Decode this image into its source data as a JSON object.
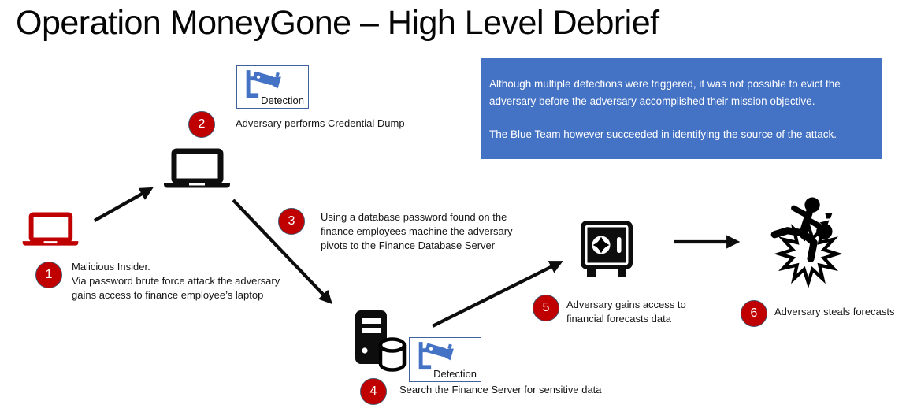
{
  "title": "Operation MoneyGone – High Level Debrief",
  "summary_box": {
    "paragraph1": "Although multiple detections were triggered, it was not possible to evict the adversary before the adversary accomplished their mission objective.",
    "paragraph2": "The Blue Team however succeeded in identifying the source of the attack.",
    "bg_color": "#4472C4",
    "text_color": "#ffffff"
  },
  "detection": {
    "label": "Detection"
  },
  "steps": [
    {
      "number": "1",
      "lines": [
        "Malicious Insider.",
        "Via password brute force attack the adversary",
        "gains access to finance employee’s laptop"
      ]
    },
    {
      "number": "2",
      "lines": [
        "Adversary performs Credential Dump"
      ]
    },
    {
      "number": "3",
      "lines": [
        "Using a database password found on the",
        "finance employees machine the adversary",
        "pivots to the Finance Database Server"
      ]
    },
    {
      "number": "4",
      "lines": [
        "Search the Finance Server for sensitive data"
      ]
    },
    {
      "number": "5",
      "lines": [
        "Adversary gains access to",
        "financial forecasts data"
      ]
    },
    {
      "number": "6",
      "lines": [
        "Adversary steals forecasts"
      ]
    }
  ],
  "icons": {
    "attacker_laptop": "red-laptop-icon",
    "employee_laptop": "black-laptop-icon",
    "finance_server": "server-database-icon",
    "safe": "safe-vault-icon",
    "thief": "running-thief-burst-icon",
    "detection_camera": "cctv-camera-icon"
  },
  "colors": {
    "step_badge_red": "#C00000",
    "laptop_red": "#C00000",
    "detection_blue": "#4472C4",
    "summary_blue": "#4472C4",
    "icon_black": "#0d0d0d"
  }
}
